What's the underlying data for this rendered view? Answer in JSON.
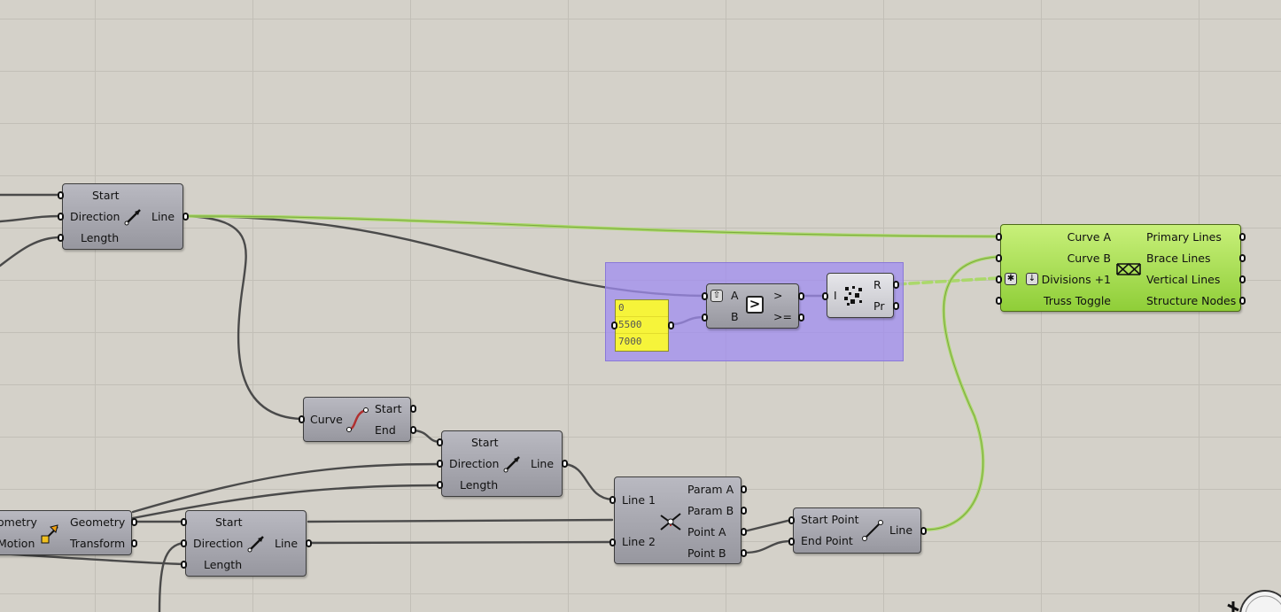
{
  "canvas": {
    "background": "#d4d1c9",
    "wire_color": "#555555",
    "selected_wire_color": "#9acd4a",
    "group_color": "#a08cf0"
  },
  "line_sdl_1": {
    "inputs": [
      "Start",
      "Direction",
      "Length"
    ],
    "output": "Line",
    "icon": "line-sdl-icon"
  },
  "curve_endpoints": {
    "input": "Curve",
    "outputs": [
      "Start",
      "End"
    ],
    "icon": "endpoints-icon"
  },
  "line_sdl_2": {
    "inputs": [
      "Start",
      "Direction",
      "Length"
    ],
    "output": "Line",
    "icon": "line-sdl-icon"
  },
  "transform": {
    "inputs": [
      "ometry",
      "Motion"
    ],
    "outputs": [
      "Geometry",
      "Transform"
    ],
    "icon": "move-icon"
  },
  "line_sdl_3": {
    "inputs": [
      "Start",
      "Direction",
      "Length"
    ],
    "output": "Line",
    "icon": "line-sdl-icon"
  },
  "line_line": {
    "inputs": [
      "Line 1",
      "Line 2"
    ],
    "outputs": [
      "Param A",
      "Param B",
      "Point A",
      "Point B"
    ],
    "icon": "line-line-intersect-icon"
  },
  "line_2pt": {
    "inputs": [
      "Start Point",
      "End Point"
    ],
    "output": "Line",
    "icon": "line-icon"
  },
  "panel": {
    "values": [
      "0",
      "5500",
      "7000"
    ],
    "color": "#f6f43a"
  },
  "larger_than": {
    "inputs": [
      "A",
      "B"
    ],
    "outputs": [
      ">",
      ">="
    ],
    "icon": "larger-than-icon"
  },
  "stream_filter": {
    "input": "I",
    "outputs": [
      "R",
      "Pr"
    ],
    "icon": "random-icon"
  },
  "truss": {
    "inputs": [
      "Curve A",
      "Curve B",
      "Divisions +1",
      "Truss Toggle"
    ],
    "outputs": [
      "Primary Lines",
      "Brace Lines",
      "Vertical Lines",
      "Structure Nodes"
    ],
    "icon": "truss-icon",
    "color": "#a6dd4e"
  }
}
